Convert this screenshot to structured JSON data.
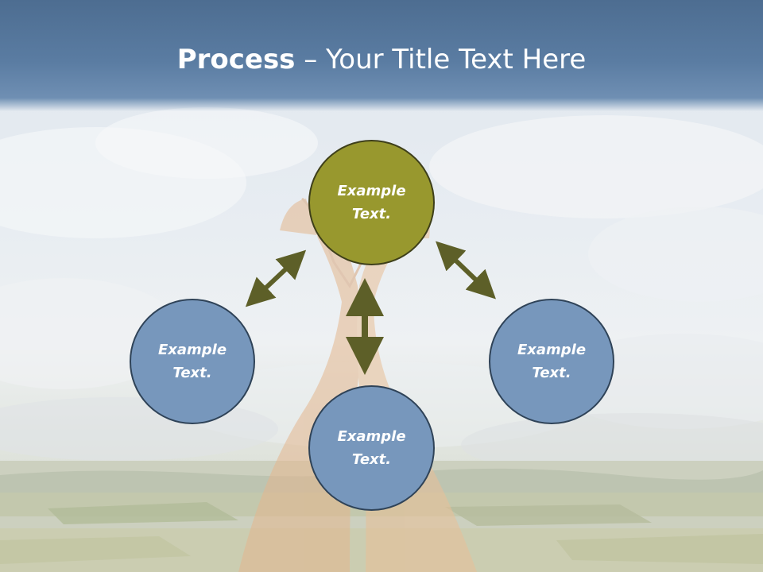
{
  "slide": {
    "title_strong": "Process",
    "title_rest": " – Your Title Text Here"
  },
  "nodes": {
    "top": {
      "line1": "Example",
      "line2": "Text."
    },
    "left": {
      "line1": "Example",
      "line2": "Text."
    },
    "bottom": {
      "line1": "Example",
      "line2": "Text."
    },
    "right": {
      "line1": "Example",
      "line2": "Text."
    }
  },
  "colors": {
    "header": "#5a7ca2",
    "node_blue": "#7797bc",
    "node_olive": "#98982e",
    "arrow": "#5d5f28"
  },
  "icons": {
    "arrows": [
      "double-arrow-diagonal-left",
      "double-arrow-vertical",
      "double-arrow-diagonal-right"
    ]
  }
}
